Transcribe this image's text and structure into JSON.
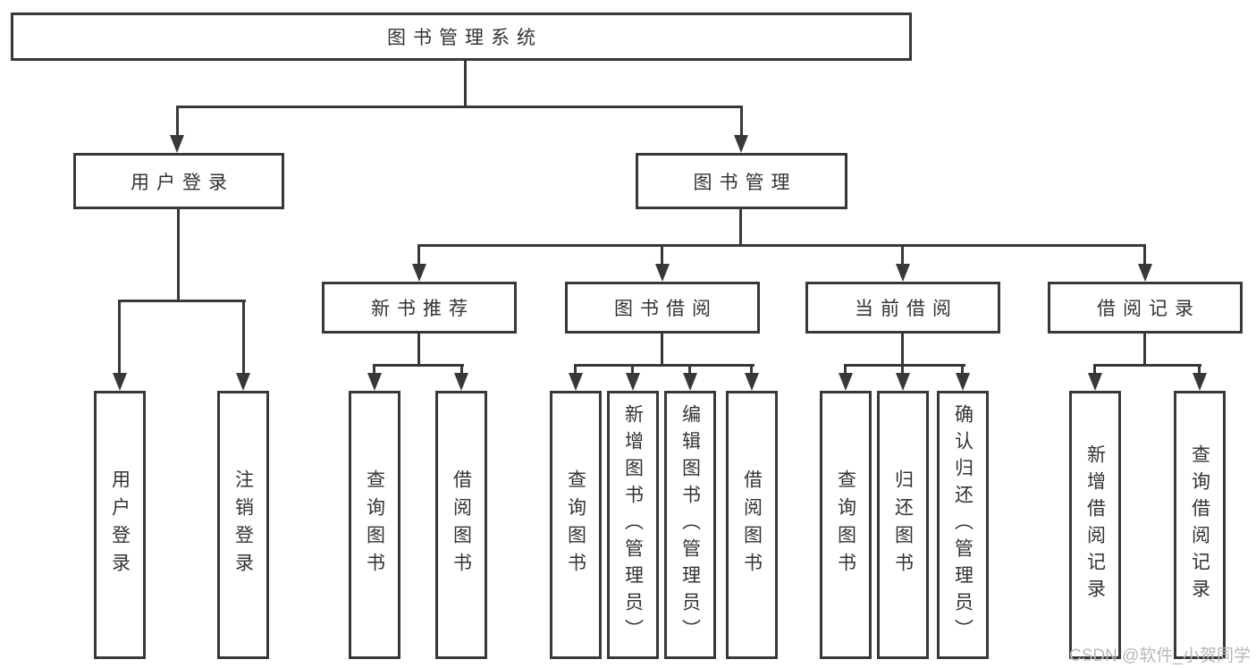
{
  "diagram": {
    "title": "图书管理系统",
    "nodes": {
      "root": "图书管理系统",
      "user_login": "用户登录",
      "book_mgmt": "图书管理",
      "new_book_rec": "新书推荐",
      "book_borrowing": "图书借阅",
      "current_borrowing": "当前借阅",
      "borrowing_records": "借阅记录",
      "leaf_user_login": "用户登录",
      "leaf_logout": "注销登录",
      "leaf_query_books_rec": "查询图书",
      "leaf_borrow_books_rec": "借阅图书",
      "leaf_query_books_borrow": "查询图书",
      "leaf_add_books_admin": "新增图书（管理员）",
      "leaf_edit_books_admin": "编辑图书（管理员）",
      "leaf_borrow_books_borrow": "借阅图书",
      "leaf_query_books_current": "查询图书",
      "leaf_return_books": "归还图书",
      "leaf_confirm_return_admin": "确认归还（管理员）",
      "leaf_add_borrow_record": "新增借阅记录",
      "leaf_query_borrow_record": "查询借阅记录"
    },
    "colors": {
      "line": "#383838",
      "text": "#333333",
      "background": "#ffffff",
      "watermark_text": "#b8b8b8"
    }
  },
  "watermark": "CSDN @软件_小贺同学"
}
